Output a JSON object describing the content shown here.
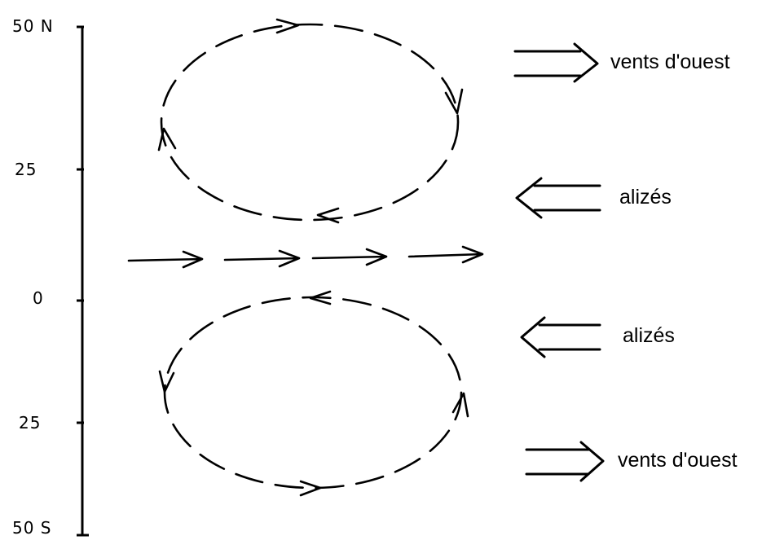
{
  "latitude_axis": {
    "ticks": [
      {
        "label": "50 N"
      },
      {
        "label": "25"
      },
      {
        "label": "0"
      },
      {
        "label": "25"
      },
      {
        "label": "50 S"
      }
    ]
  },
  "winds": [
    {
      "label": "vents d'ouest",
      "direction": "east"
    },
    {
      "label": "alizés",
      "direction": "west"
    },
    {
      "label": "alizés",
      "direction": "west"
    },
    {
      "label": "vents d'ouest",
      "direction": "east"
    }
  ],
  "cells": [
    {
      "hemisphere": "north",
      "rotation": "clockwise"
    },
    {
      "hemisphere": "south",
      "rotation": "counterclockwise"
    }
  ],
  "equatorial_flow": {
    "direction": "east",
    "segments": 4
  }
}
